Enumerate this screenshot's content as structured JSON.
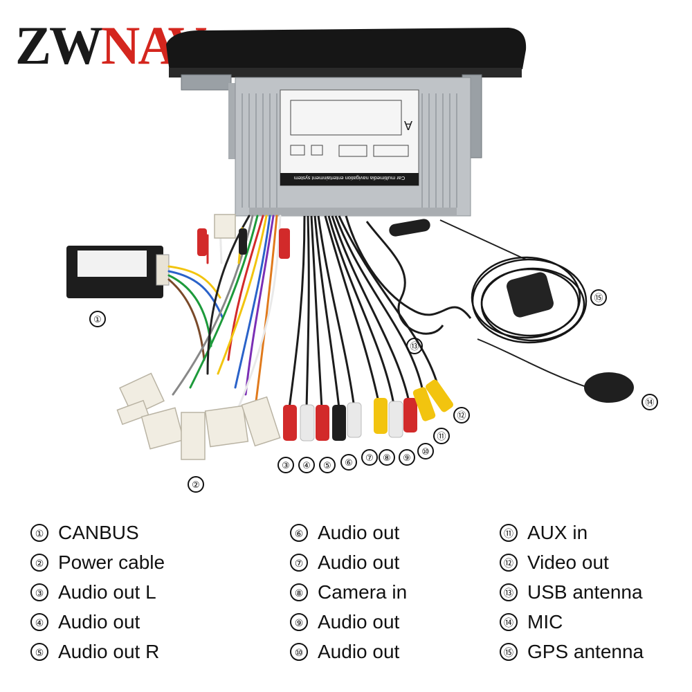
{
  "logo": {
    "text": "ZWNAV",
    "color_dark": "#1a1a1a",
    "color_red": "#d4261e"
  },
  "device": {
    "label": "Car multimedia navigation entertainment system",
    "panel_letter": "A"
  },
  "callouts": [
    {
      "number": "①",
      "name": "canbus"
    },
    {
      "number": "②",
      "name": "power-cable"
    },
    {
      "number": "③",
      "name": "audio-out-l"
    },
    {
      "number": "④",
      "name": "audio-out-4"
    },
    {
      "number": "⑤",
      "name": "audio-out-r"
    },
    {
      "number": "⑥",
      "name": "audio-out-6"
    },
    {
      "number": "⑦",
      "name": "audio-out-7"
    },
    {
      "number": "⑧",
      "name": "camera-in"
    },
    {
      "number": "⑨",
      "name": "audio-out-9"
    },
    {
      "number": "⑩",
      "name": "audio-out-10"
    },
    {
      "number": "⑪",
      "name": "aux-in"
    },
    {
      "number": "⑫",
      "name": "video-out"
    },
    {
      "number": "⑬",
      "name": "usb-antenna"
    },
    {
      "number": "⑭",
      "name": "mic"
    },
    {
      "number": "⑮",
      "name": "gps-antenna"
    }
  ],
  "legend": {
    "columns": [
      [
        {
          "num": "①",
          "label": "CANBUS"
        },
        {
          "num": "②",
          "label": "Power cable"
        },
        {
          "num": "③",
          "label": "Audio out L"
        },
        {
          "num": "④",
          "label": "Audio out"
        },
        {
          "num": "⑤",
          "label": "Audio out R"
        }
      ],
      [
        {
          "num": "⑥",
          "label": "Audio out"
        },
        {
          "num": "⑦",
          "label": "Audio out"
        },
        {
          "num": "⑧",
          "label": "Camera in"
        },
        {
          "num": "⑨",
          "label": "Audio out"
        },
        {
          "num": "⑩",
          "label": "Audio out"
        }
      ],
      [
        {
          "num": "⑪",
          "label": "AUX in"
        },
        {
          "num": "⑫",
          "label": "Video out"
        },
        {
          "num": "⑬",
          "label": "USB antenna"
        },
        {
          "num": "⑭",
          "label": "MIC"
        },
        {
          "num": "⑮",
          "label": "GPS antenna"
        }
      ]
    ]
  },
  "colors": {
    "rca_red": "#d22a2a",
    "rca_white": "#e9e9e9",
    "rca_yellow": "#f2c40f",
    "rca_black": "#1f1f1f",
    "connector": "#f1ede2",
    "chassis": "#bfc3c7"
  }
}
